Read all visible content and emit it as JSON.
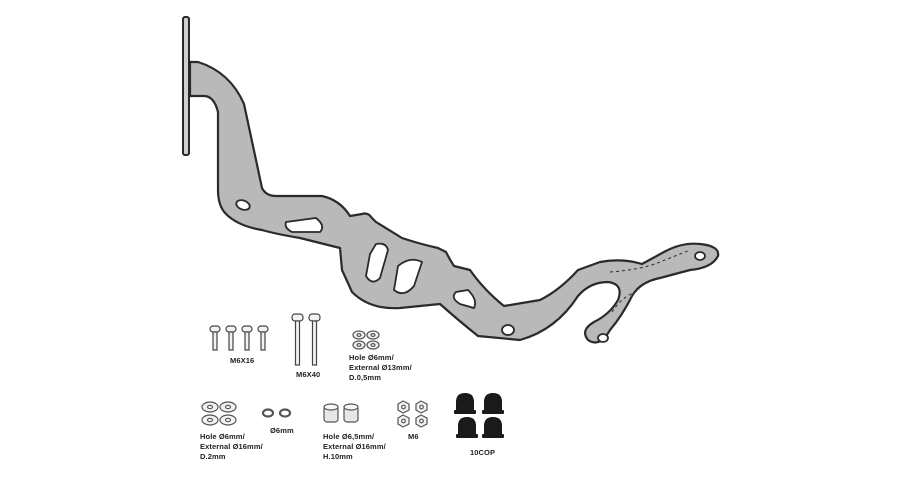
{
  "parts": {
    "bracket": {
      "name": "mounting-bracket",
      "color": "#b9b9b9",
      "outline": "#2a2a2a"
    },
    "m6x16": {
      "label": "M6X16"
    },
    "m6x40": {
      "label": "M6X40"
    },
    "washer_13": {
      "lines": [
        "Hole Ø6mm/",
        "External Ø13mm/",
        "D.0,5mm"
      ]
    },
    "washer_16": {
      "lines": [
        "Hole Ø6mm/",
        "External Ø16mm/",
        "D.2mm"
      ]
    },
    "lock_washer": {
      "label": "Ø6mm"
    },
    "spacer": {
      "lines": [
        "Hole Ø6,5mm/",
        "External Ø16mm/",
        "H.10mm"
      ]
    },
    "nut": {
      "label": "M6"
    },
    "cap": {
      "label": "10COP"
    }
  }
}
